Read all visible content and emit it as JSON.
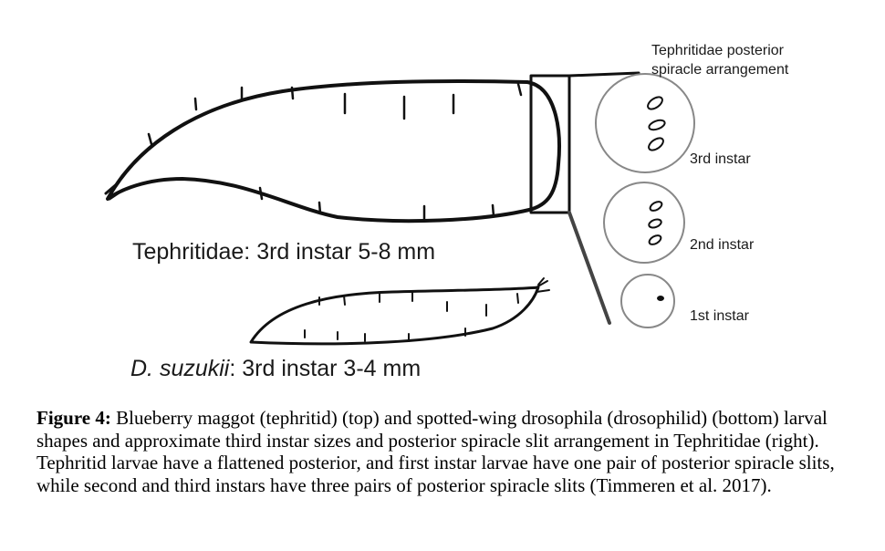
{
  "labels": {
    "tephritidae_size": "Tephritidae: 3rd instar 5-8 mm",
    "suzukii_name": "D. suzukii",
    "suzukii_size": ": 3rd instar 3-4 mm",
    "spiracle_title_line1": "Tephritidae posterior",
    "spiracle_title_line2": "spiracle arrangement",
    "instar_3": "3rd instar",
    "instar_2": "2nd instar",
    "instar_1": "1st instar"
  },
  "caption": {
    "lead": "Figure 4:",
    "text": " Blueberry maggot (tephritid) (top) and spotted-wing drosophila (drosophilid) (bottom) larval shapes and approximate third instar sizes and posterior spiracle slit arrangement in Tephritidae (right). Tephritid larvae have a flattened posterior, and first instar larvae have one pair of posterior spiracle slits, while second and third instars have three pairs of posterior spiracle slits (Timmeren et al. 2017)."
  }
}
